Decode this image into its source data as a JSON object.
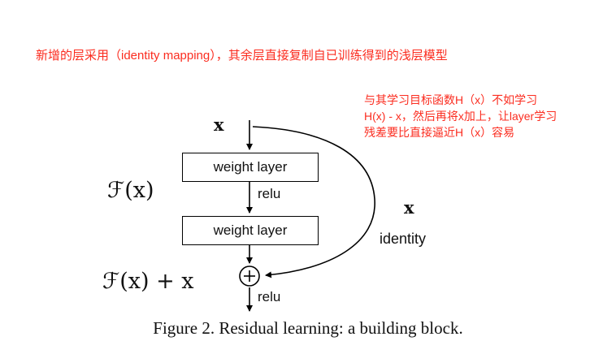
{
  "annotations": {
    "top": "新增的层采用（identity mapping），其余层直接复制自已训练得到的浅层模型",
    "right_line1": "与其学习目标函数H（x）不如学习",
    "right_line2": "H(x) - x，然后再将x加上，让layer学习",
    "right_line3": "残差要比直接逼近H（x）容易"
  },
  "diagram": {
    "input_label": "x",
    "weight_layer1": "weight layer",
    "relu1": "relu",
    "f_label": "ℱ(x)",
    "weight_layer2": "weight layer",
    "skip_x_label": "x",
    "identity_label": "identity",
    "plus_symbol": "+",
    "output_label": "ℱ(x) + x",
    "relu2": "relu"
  },
  "caption": "Figure 2. Residual learning: a building block.",
  "colors": {
    "annotation_red": "#fb2d20",
    "diagram_ink": "#000000"
  }
}
